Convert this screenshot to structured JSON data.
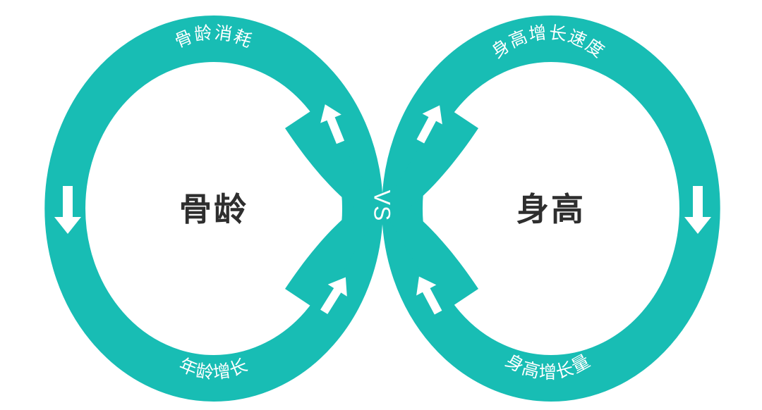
{
  "diagram": {
    "title_text": "",
    "type": "infinity-loop",
    "colors": {
      "band": "#18BDB4",
      "band_alt": "#1CBFB6",
      "label_text": "#FFFFFF",
      "center_text": "#2E2E2E",
      "background": "#FFFFFF"
    },
    "center": {
      "vs_label": "VS",
      "vs_rotation_degrees": 90
    },
    "left_loop": {
      "name": "bone-age-loop",
      "center_label": "骨龄",
      "top_label": "骨龄消耗",
      "bottom_label": "年龄增长",
      "side_arrow": "arrow-down",
      "inner_arrow_top": "arrow-up-left",
      "inner_arrow_bottom": "arrow-up-right"
    },
    "right_loop": {
      "name": "height-loop",
      "center_label": "身高",
      "top_label": "身高增长速度",
      "bottom_label": "身高增长量",
      "side_arrow": "arrow-down",
      "inner_arrow_top": "arrow-up-right",
      "inner_arrow_bottom": "arrow-up-left"
    }
  }
}
